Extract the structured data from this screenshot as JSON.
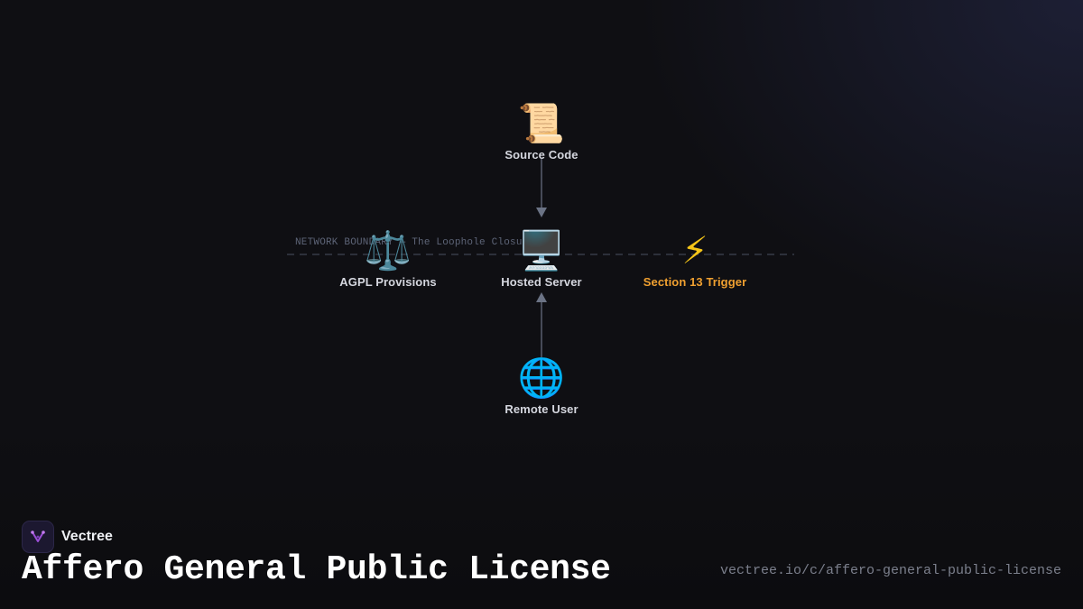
{
  "diagram": {
    "boundary_label": "NETWORK BOUNDARY — The Loophole Closure",
    "nodes": {
      "source_code": {
        "icon": "scroll-icon",
        "emoji": "📜",
        "label": "Source Code"
      },
      "agpl_provisions": {
        "icon": "scales-icon",
        "emoji": "⚖️",
        "label": "AGPL Provisions"
      },
      "hosted_server": {
        "icon": "desktop-computer-icon",
        "emoji": "🖥️",
        "label": "Hosted Server"
      },
      "section_13_trigger": {
        "icon": "lightning-icon",
        "emoji": "⚡",
        "label": "Section 13 Trigger",
        "color": "#f0a030"
      },
      "remote_user": {
        "icon": "globe-icon",
        "emoji": "🌐",
        "label": "Remote User"
      }
    }
  },
  "footer": {
    "brand_name": "Vectree",
    "brand_icon": "vectree-logo-icon",
    "title": "Affero General Public License",
    "url": "vectree.io/c/affero-general-public-license"
  },
  "colors": {
    "background": "#0f0f13",
    "accent": "#f0a030",
    "connector": "#6b7385",
    "brand": "#9b4fd6"
  }
}
